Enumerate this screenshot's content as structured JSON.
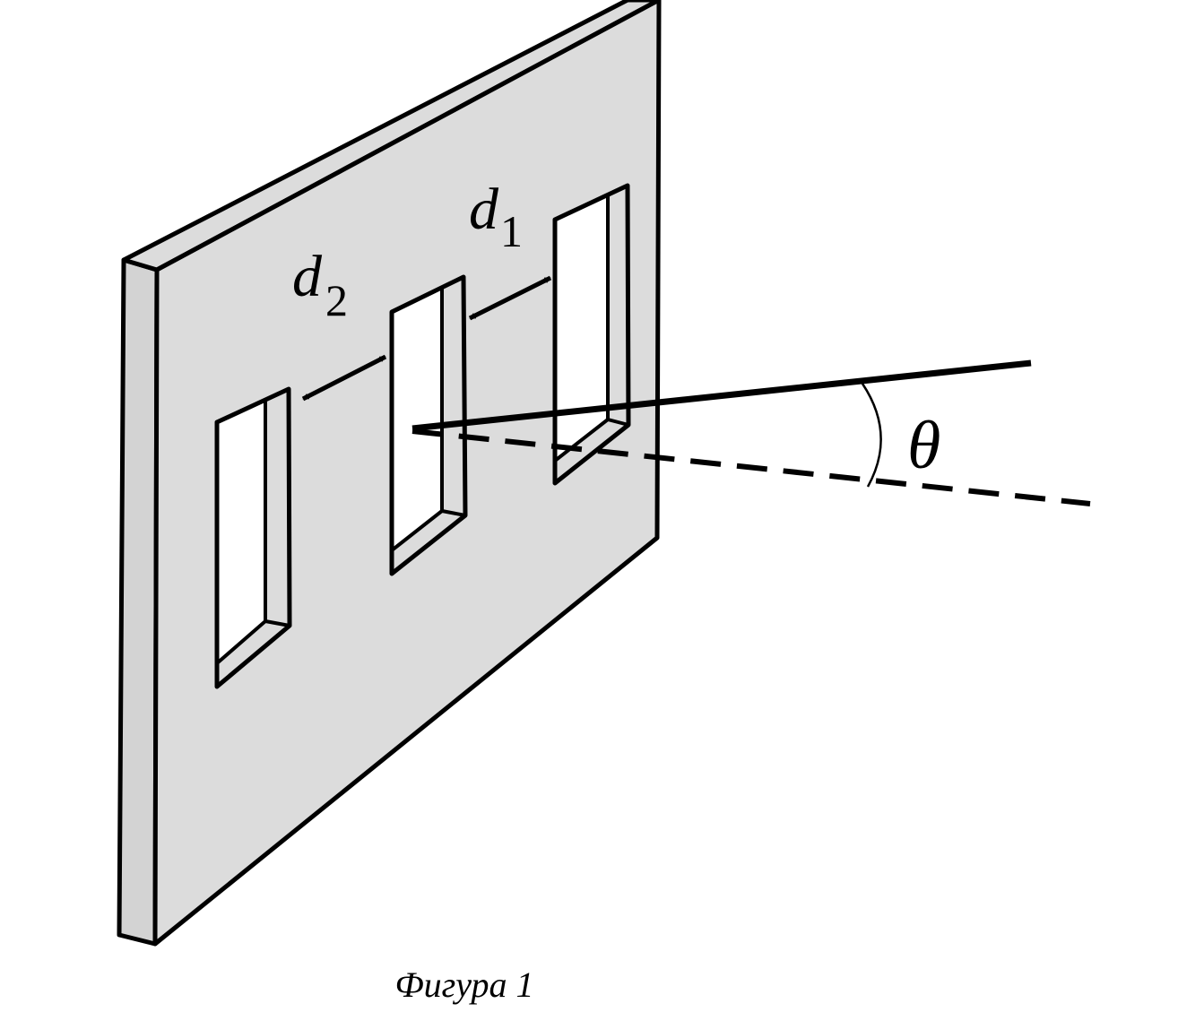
{
  "colors": {
    "plate_face": "#dcdcdc",
    "plate_edge": "#d3d3d3",
    "slit_opening": "#ffffff",
    "stroke": "#000000"
  },
  "labels": {
    "d1_base": "d",
    "d1_sub": "1",
    "d2_base": "d",
    "d2_sub": "2",
    "theta": "θ"
  },
  "caption": "Фигура 1"
}
